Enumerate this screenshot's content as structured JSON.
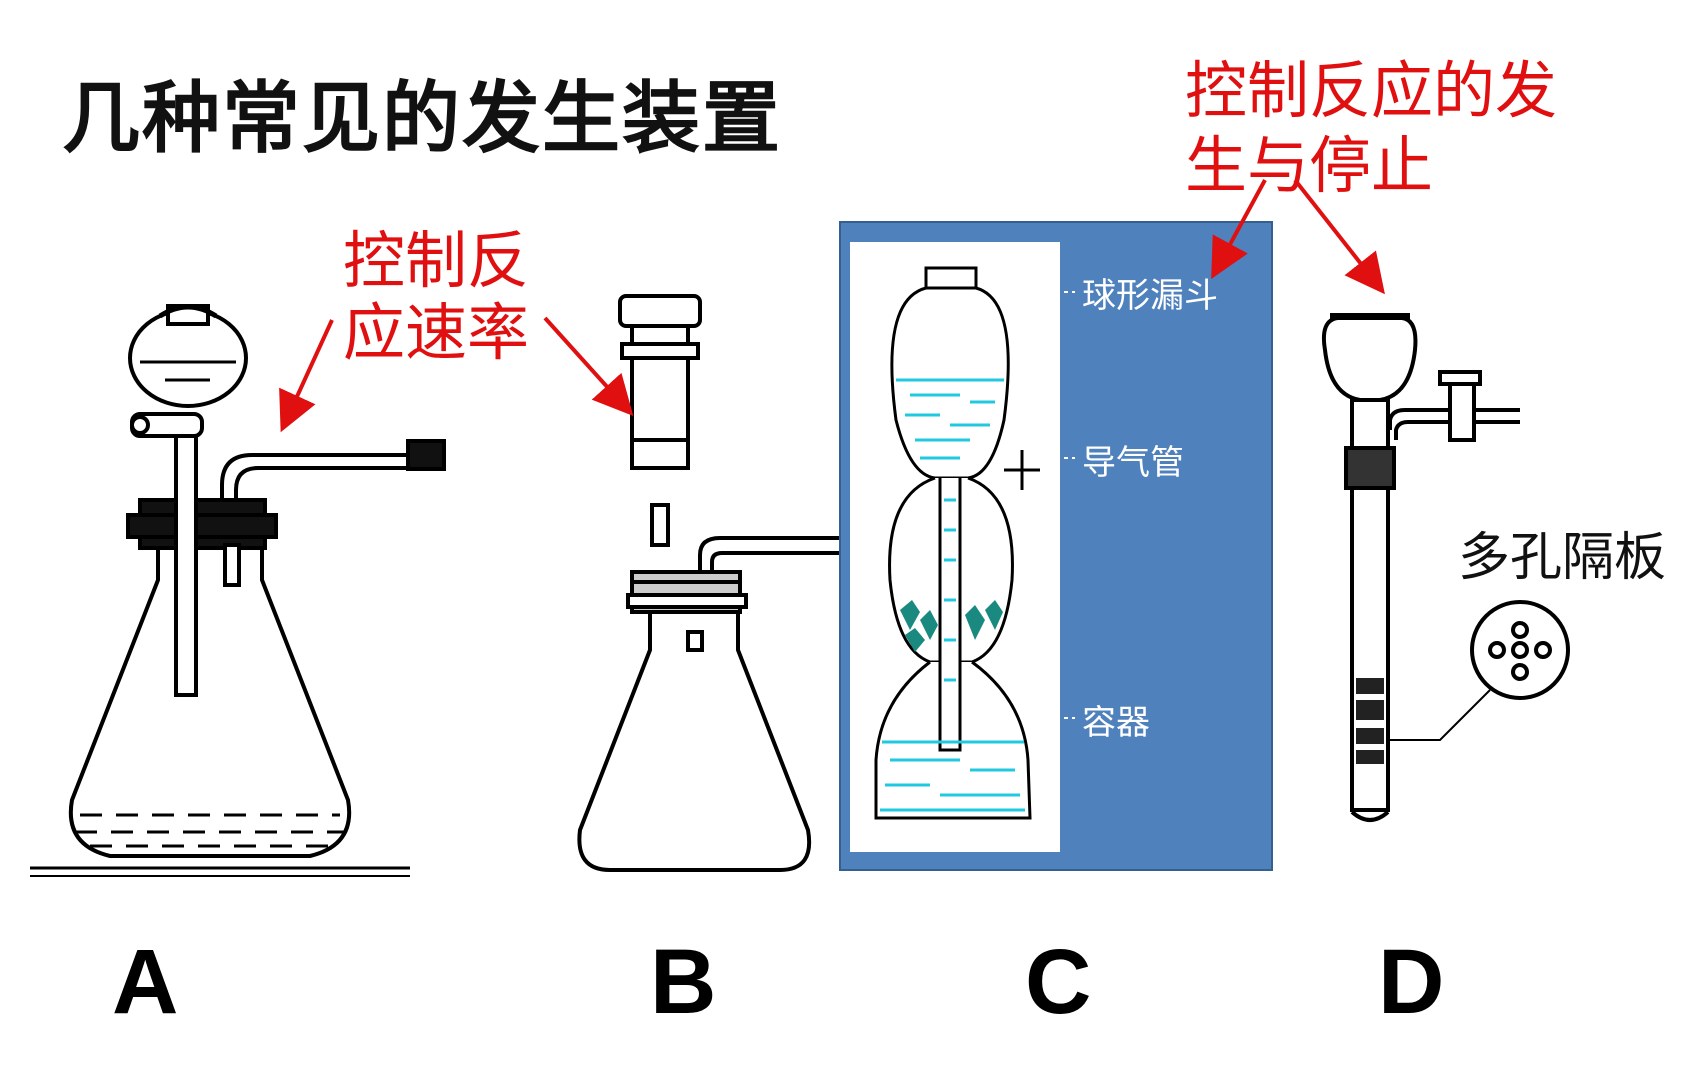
{
  "title": "几种常见的发生装置",
  "annotations": {
    "rate_control_line1": "控制反",
    "rate_control_line2": "应速率",
    "startstop_line1": "控制反应的发",
    "startstop_line2": "生与停止"
  },
  "apparatus_c_labels": {
    "funnel": "球形漏斗",
    "gas_tube": "导气管",
    "container": "容器"
  },
  "apparatus_d_label": "多孔隔板",
  "apparatus_letters": [
    "A",
    "B",
    "C",
    "D"
  ],
  "colors": {
    "annotation": "#e01010",
    "panel": "#4f81bd",
    "liquid": "#20c8e0",
    "solid": "#1a8a80"
  }
}
